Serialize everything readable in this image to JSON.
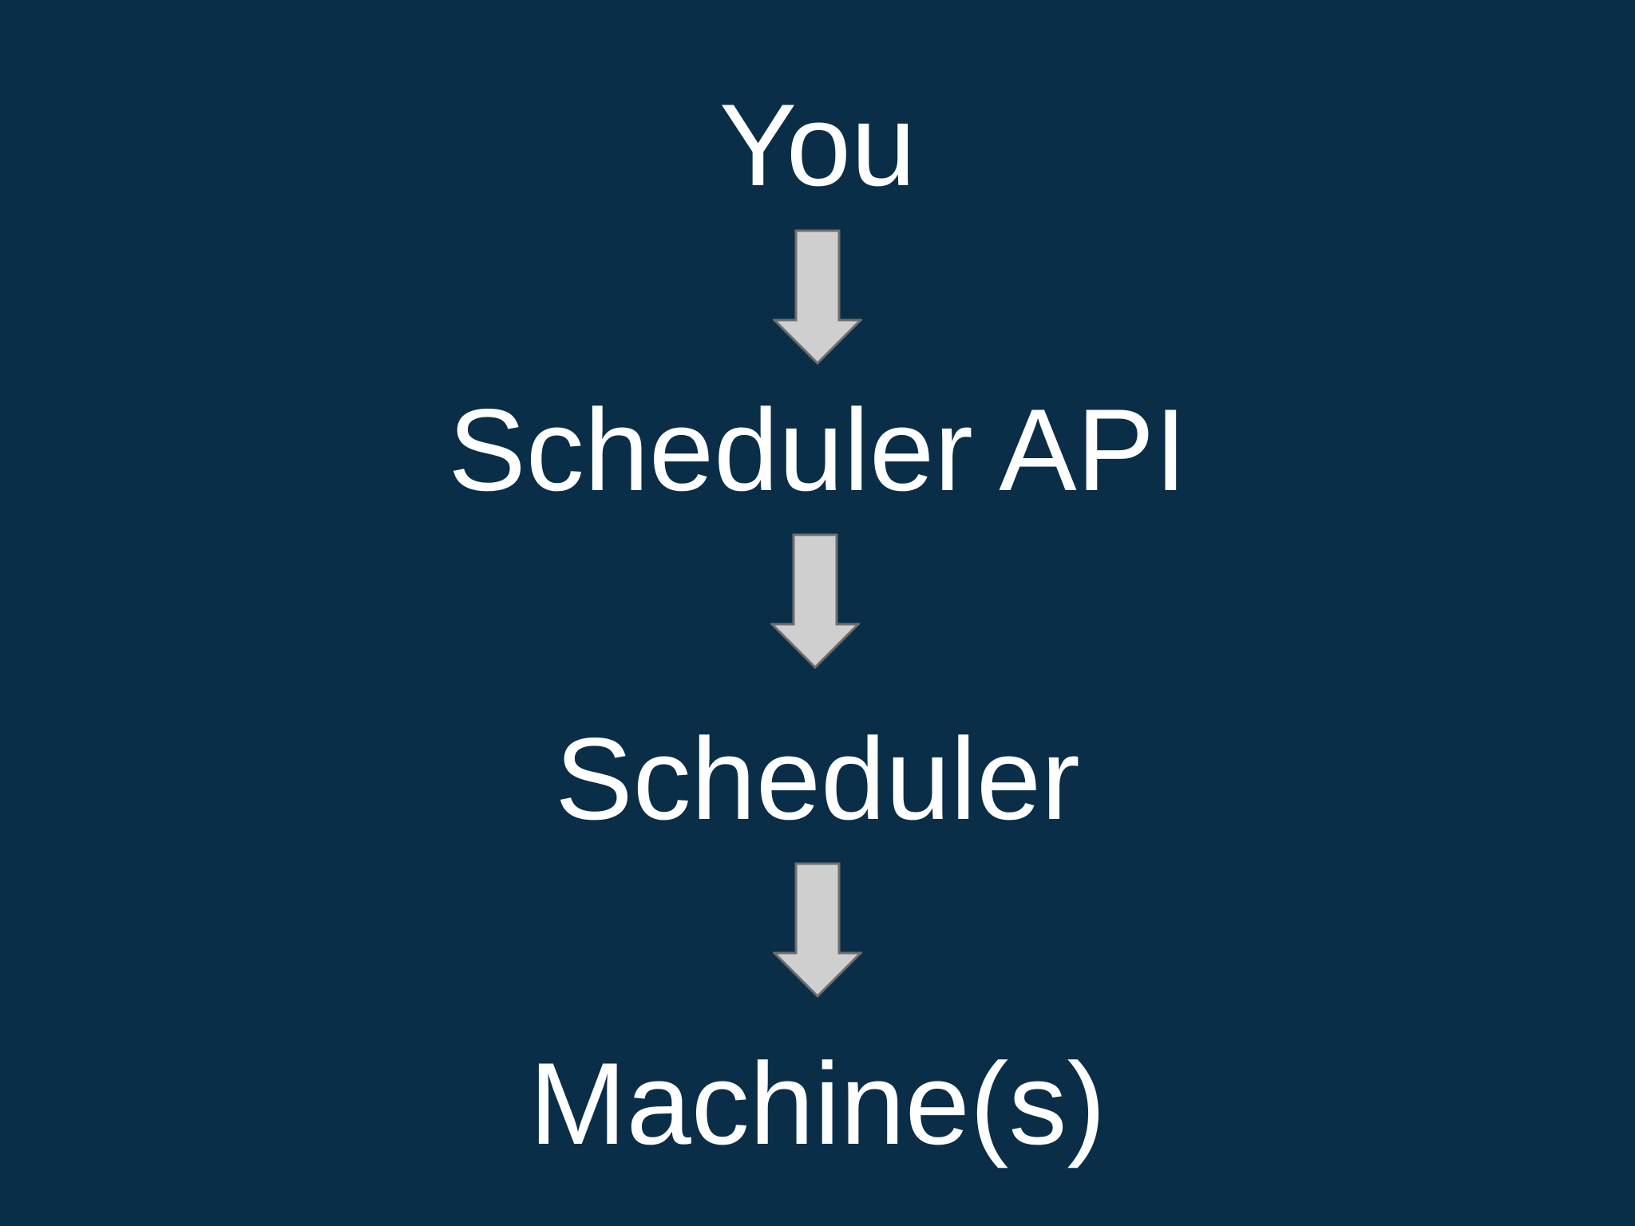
{
  "diagram": {
    "nodes": [
      {
        "id": "you",
        "label": "You"
      },
      {
        "id": "scheduler-api",
        "label": "Scheduler API"
      },
      {
        "id": "scheduler",
        "label": "Scheduler"
      },
      {
        "id": "machines",
        "label": "Machine(s)"
      }
    ],
    "edges": [
      {
        "from": "you",
        "to": "scheduler-api"
      },
      {
        "from": "scheduler-api",
        "to": "scheduler"
      },
      {
        "from": "scheduler",
        "to": "machines"
      }
    ],
    "colors": {
      "background": "#0a2e47",
      "text": "#ffffff",
      "arrow_fill": "#cfcfcf",
      "arrow_stroke": "#6e6e6e"
    }
  }
}
